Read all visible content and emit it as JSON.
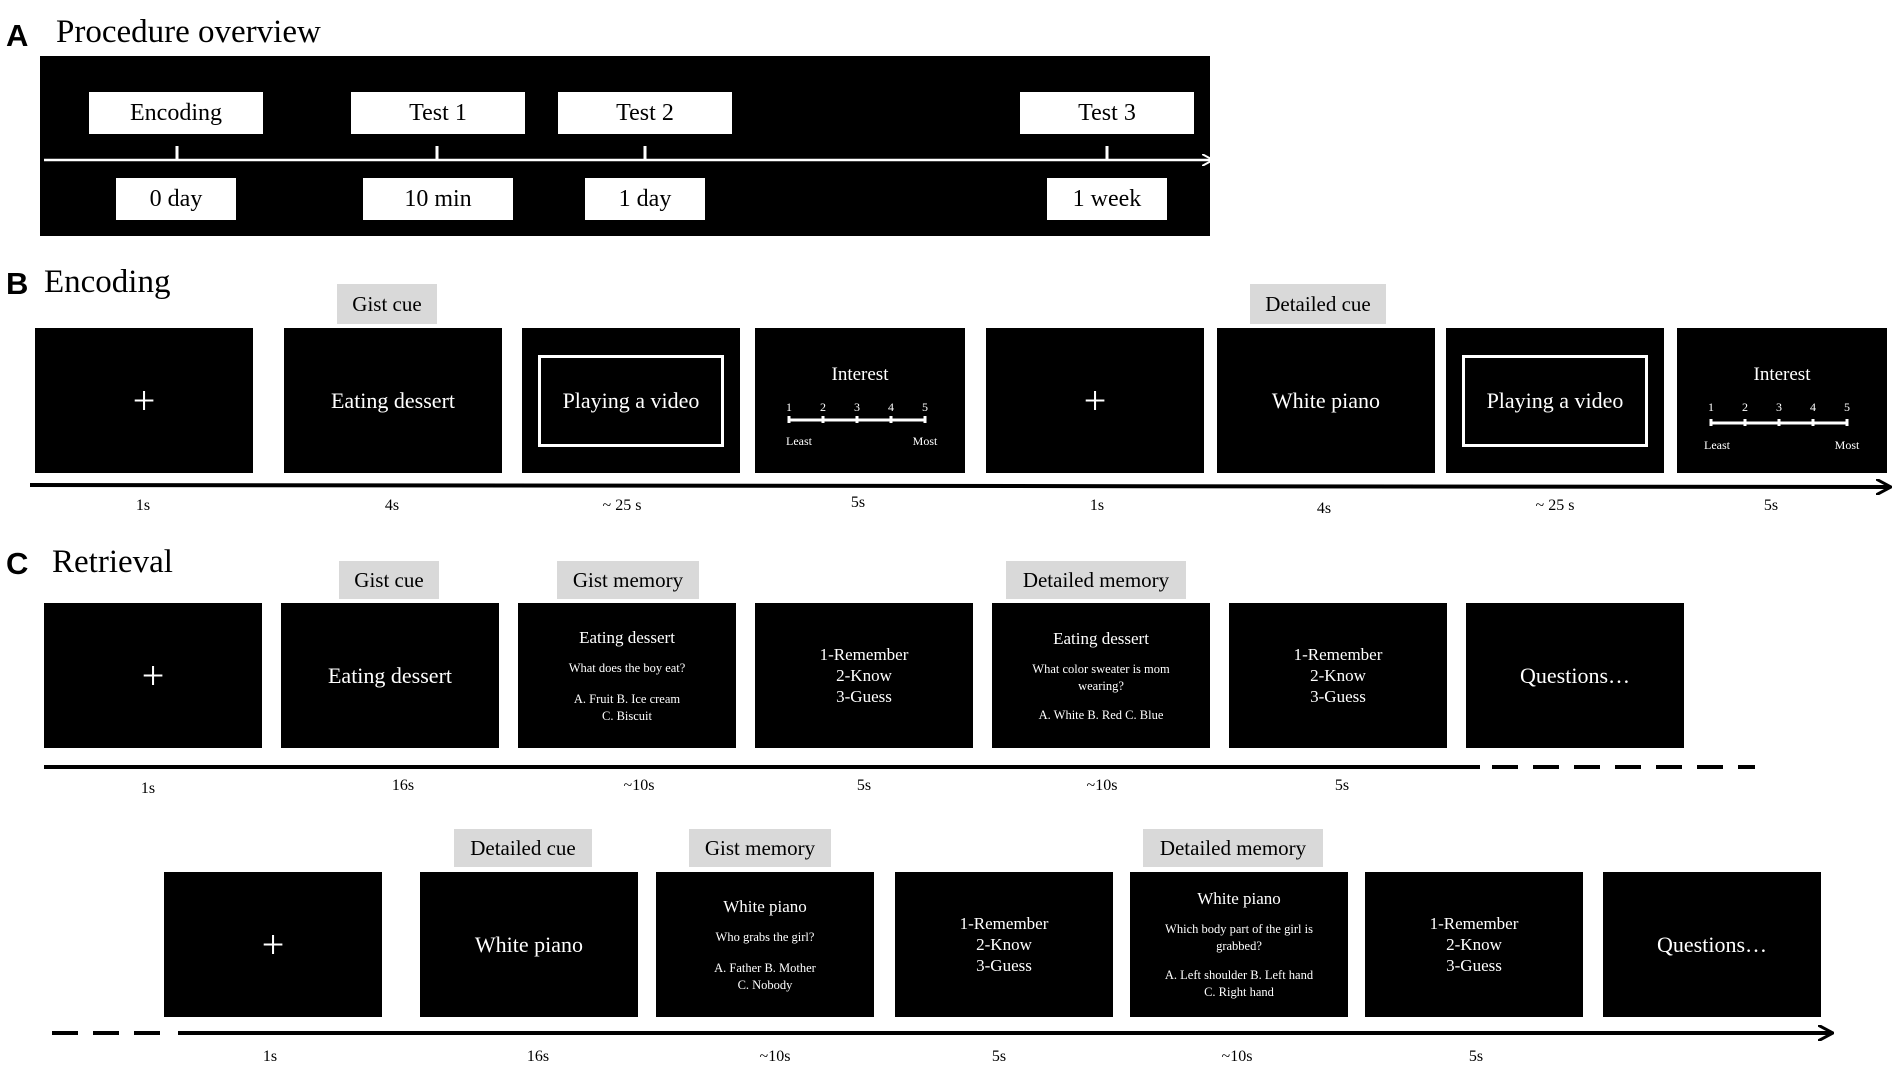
{
  "panel_a": {
    "letter": "A",
    "title": "Procedure overview",
    "events": [
      {
        "label": "Encoding",
        "time": "0 day"
      },
      {
        "label": "Test 1",
        "time": "10 min"
      },
      {
        "label": "Test 2",
        "time": "1 day"
      },
      {
        "label": "Test 3",
        "time": "1 week"
      }
    ]
  },
  "panel_b": {
    "letter": "B",
    "title": "Encoding",
    "cue_tags": [
      "Gist cue",
      "Detailed cue"
    ],
    "screens": [
      {
        "kind": "fixation",
        "text": "+"
      },
      {
        "kind": "text",
        "text": "Eating dessert"
      },
      {
        "kind": "video",
        "text": "Playing a video"
      },
      {
        "kind": "rating",
        "title": "Interest",
        "scale": [
          "1",
          "2",
          "3",
          "4",
          "5"
        ],
        "least": "Least",
        "most": "Most"
      },
      {
        "kind": "fixation",
        "text": "+"
      },
      {
        "kind": "text",
        "text": "White piano"
      },
      {
        "kind": "video",
        "text": "Playing a video"
      },
      {
        "kind": "rating",
        "title": "Interest",
        "scale": [
          "1",
          "2",
          "3",
          "4",
          "5"
        ],
        "least": "Least",
        "most": "Most"
      }
    ],
    "durations": [
      "1s",
      "4s",
      "~ 25 s",
      "5s",
      "1s",
      "4s",
      "~ 25 s",
      "5s"
    ]
  },
  "panel_c": {
    "letter": "C",
    "title": "Retrieval",
    "row1": {
      "tags": [
        "Gist cue",
        "Gist memory",
        "Detailed memory"
      ],
      "fixation": "+",
      "cue": "Eating dessert",
      "gist_q": {
        "title": "Eating dessert",
        "question": "What does the boy eat?",
        "options1": "A. Fruit  B. Ice cream",
        "options2": "C. Biscuit"
      },
      "rkg1": [
        "1-Remember",
        "2-Know",
        "3-Guess"
      ],
      "detail_q": {
        "title": "Eating dessert",
        "question1": "What color sweater is mom",
        "question2": "wearing?",
        "options1": "A. White B. Red C. Blue"
      },
      "rkg2": [
        "1-Remember",
        "2-Know",
        "3-Guess"
      ],
      "questions": "Questions…",
      "durations": [
        "1s",
        "16s",
        "~10s",
        "5s",
        "~10s",
        "5s"
      ]
    },
    "row2": {
      "tags": [
        "Detailed cue",
        "Gist memory",
        "Detailed memory"
      ],
      "fixation": "+",
      "cue": "White piano",
      "gist_q": {
        "title": "White piano",
        "question": "Who grabs the girl?",
        "options1": "A. Father B. Mother",
        "options2": "C. Nobody"
      },
      "rkg1": [
        "1-Remember",
        "2-Know",
        "3-Guess"
      ],
      "detail_q": {
        "title": "White piano",
        "question1": "Which body part of the girl is",
        "question2": "grabbed?",
        "options1": "A. Left shoulder B. Left hand",
        "options2": "C. Right hand"
      },
      "rkg2": [
        "1-Remember",
        "2-Know",
        "3-Guess"
      ],
      "questions": "Questions…",
      "durations": [
        "1s",
        "16s",
        "~10s",
        "5s",
        "~10s",
        "5s"
      ]
    }
  }
}
